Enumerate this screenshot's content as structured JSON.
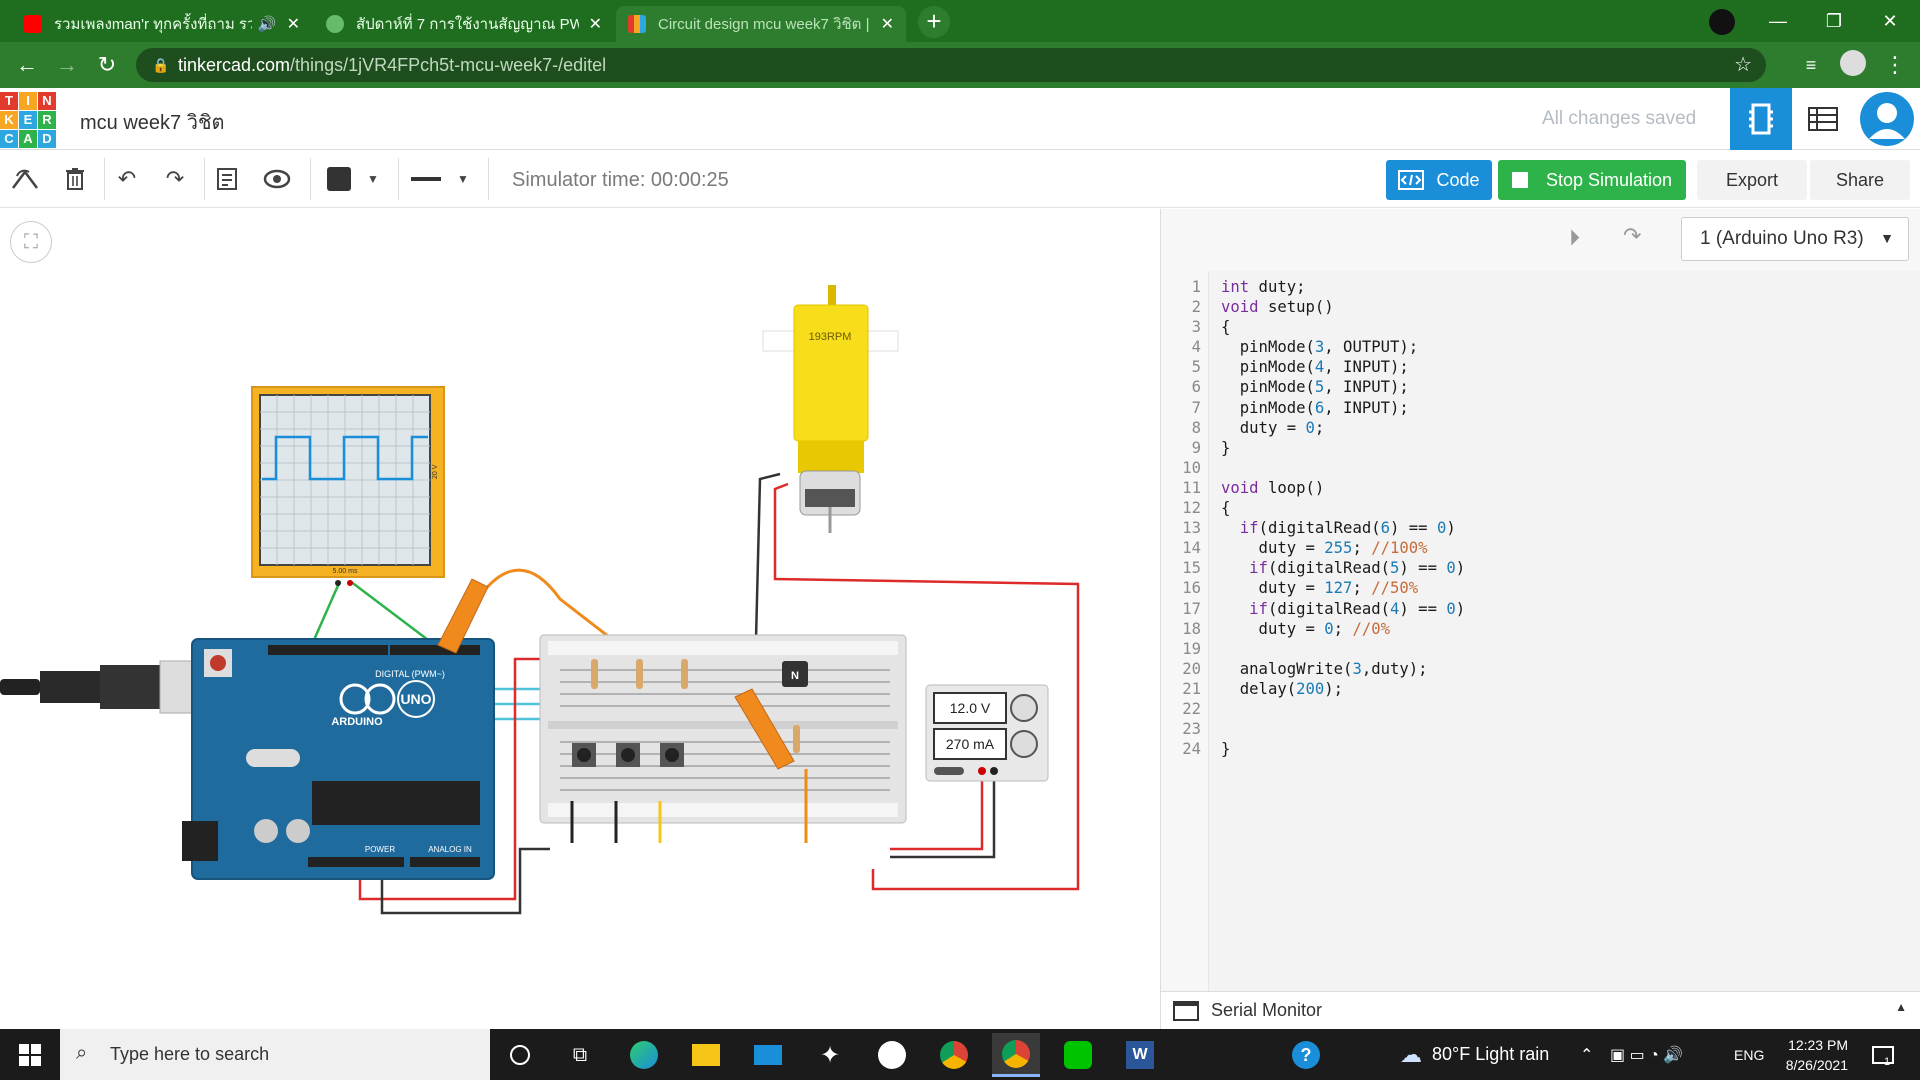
{
  "browser": {
    "tabs": [
      {
        "label": "รวมเพลงman'r ทุกครั้งที่ถาม รวม",
        "icon": "youtube-icon",
        "color": "#ff0000"
      },
      {
        "label": "สัปดาห์ที่ 7 การใช้งานสัญญาณ PWM",
        "icon": "green-page-icon",
        "color": "#4caf50"
      },
      {
        "label": "Circuit design mcu week7 วิชิต | T",
        "icon": "tinkercad-icon",
        "color": "#e23b2e"
      }
    ],
    "url_host": "tinkercad.com",
    "url_path": "/things/1jVR4FPch5t-mcu-week7-/editel"
  },
  "header": {
    "logo_letters": [
      "T",
      "I",
      "N",
      "K",
      "E",
      "R",
      "C",
      "A",
      "D"
    ],
    "project_title": "mcu week7 วิชิต",
    "save_status": "All changes saved"
  },
  "toolbar": {
    "sim_time": "Simulator time: 00:00:25",
    "code_label": "Code",
    "stop_label": "Stop Simulation",
    "export_label": "Export",
    "share_label": "Share"
  },
  "circuit": {
    "motor_label": "193RPM",
    "scope_time": "5.00 ms",
    "scope_volt": "20 V",
    "psu_voltage": "12.0 V",
    "psu_current": "270 mA",
    "transistor_label": "N",
    "arduino_label": "ARDUINO",
    "uno_label": "UNO",
    "digital_label": "DIGITAL (PWM~)",
    "power_label": "POWER",
    "analog_label": "ANALOG IN"
  },
  "code_panel": {
    "board_select": "1 (Arduino Uno R3)",
    "serial_monitor": "Serial Monitor",
    "line_numbers": "1\n2\n3\n4\n5\n6\n7\n8\n9\n10\n11\n12\n13\n14\n15\n16\n17\n18\n19\n20\n21\n22\n23\n24"
  },
  "taskbar": {
    "search_placeholder": "Type here to search",
    "weather": "80°F  Light rain",
    "lang": "ENG",
    "time": "12:23 PM",
    "date": "8/26/2021",
    "notif_count": "1"
  }
}
